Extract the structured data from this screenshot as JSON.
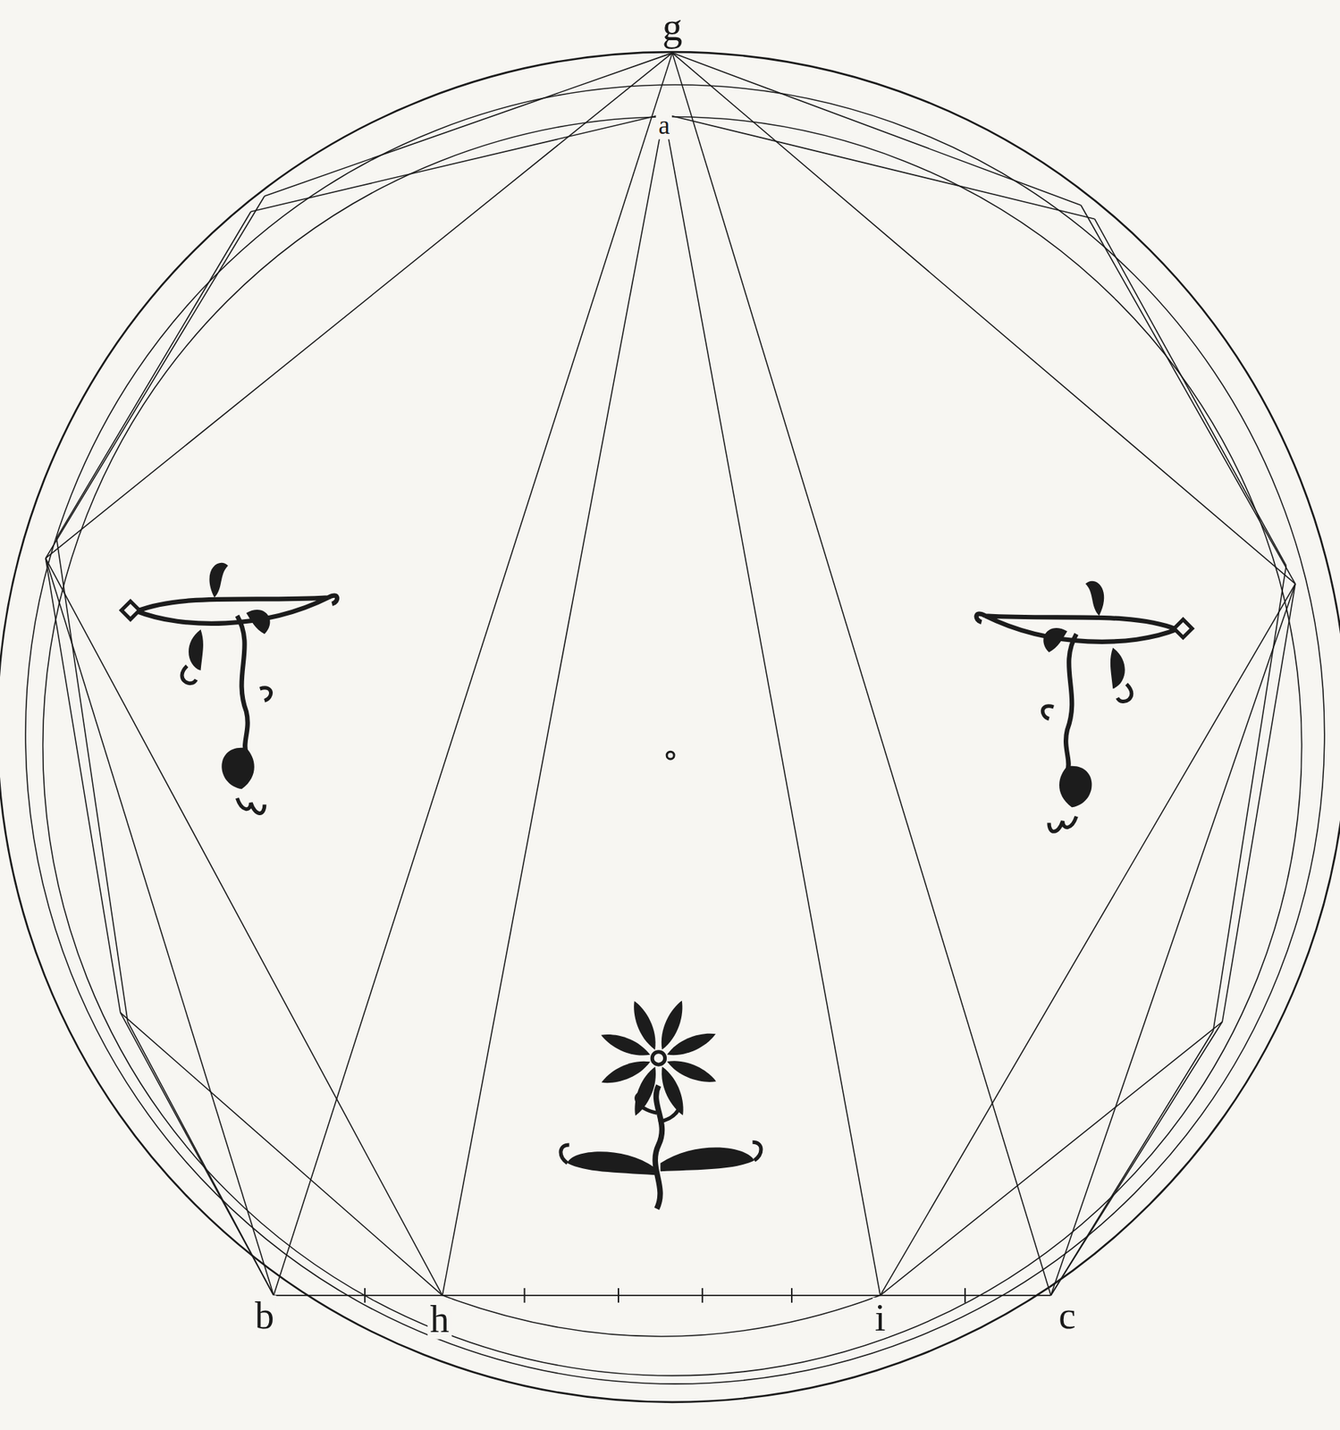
{
  "diagram": {
    "labels": [
      "g",
      "a",
      "b",
      "h",
      "i",
      "c"
    ]
  }
}
